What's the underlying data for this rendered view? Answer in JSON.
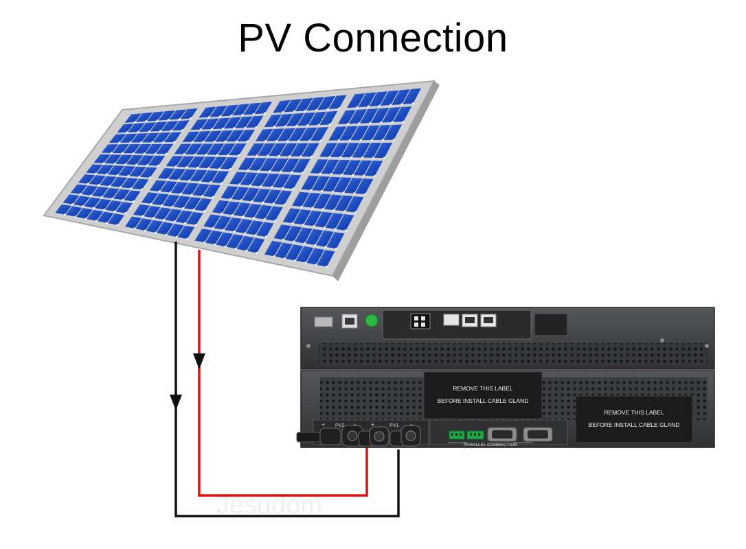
{
  "title": "PV Connection",
  "labels": {
    "pv1": "PV1",
    "pv2": "PV2",
    "plus": "+",
    "minus": "−",
    "parallel_connection": "PARALLEL CONNECTION",
    "watermark": "Jesudom"
  },
  "warning_label": {
    "line1": "REMOVE THIS LABEL",
    "line2": "BEFORE INSTALL CABLE GLAND"
  },
  "colors": {
    "positive_wire": "#e01010",
    "negative_wire": "#111111",
    "panel_cell": "#1f4fc4",
    "panel_frame": "#d9d9d9",
    "chassis": "#3c3c3e"
  }
}
